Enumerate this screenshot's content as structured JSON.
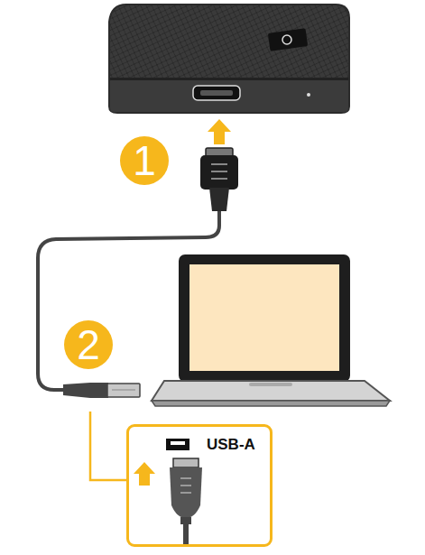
{
  "diagram": {
    "nodes": [
      {
        "text": [
          "1"
        ]
      },
      {
        "text": [
          "2"
        ]
      },
      {
        "text": [
          "USB-A"
        ]
      }
    ]
  }
}
